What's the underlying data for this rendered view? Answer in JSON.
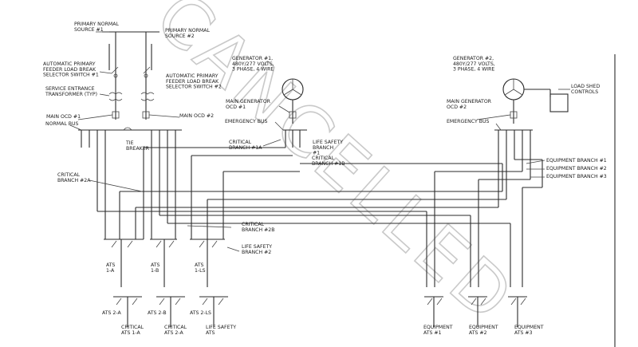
{
  "watermark": "CANCELLED",
  "labels": {
    "primary_source_1": [
      "PRIMARY NORMAL",
      "SOURCE #1"
    ],
    "primary_source_2": [
      "PRIMARY NORMAL",
      "SOURCE #2"
    ],
    "feeder_selector_1": [
      "AUTOMATIC PRIMARY",
      "FEEDER LOAD BREAK",
      "SELECTOR SWITCH #1"
    ],
    "feeder_selector_2": [
      "AUTOMATIC PRIMARY",
      "FEEDER LOAD BREAK",
      "SELECTOR SWITCH #2"
    ],
    "service_transformer": [
      "SERVICE ENTRANCE",
      "TRANSFORMER (TYP)"
    ],
    "main_ocd_1": [
      "MAIN OCD #1"
    ],
    "normal_bus": [
      "NORMAL BUS"
    ],
    "main_ocd_2": [
      "MAIN OCD #2"
    ],
    "tie_breaker": [
      "TIE",
      "BREAKER"
    ],
    "generator_1": [
      "GENERATOR #1,",
      "480Y/277 VOLTS,",
      "3 PHASE, 4 WIRE"
    ],
    "main_gen_ocd_1": [
      "MAIN GENERATOR",
      "OCD #1"
    ],
    "emergency_bus_1": [
      "EMERGENCY BUS"
    ],
    "critical_branch_1a": [
      "CRITICAL",
      "BRANCH #1A"
    ],
    "life_safety_1": [
      "LIFE SAFETY",
      "BRANCH",
      "#1"
    ],
    "critical_branch_1b": [
      "CRITICAL",
      "BRANCH #1B"
    ],
    "critical_branch_2a": [
      "CRITICAL",
      "BRANCH #2A"
    ],
    "critical_branch_2b": [
      "CRITICAL",
      "BRANCH #2B"
    ],
    "life_safety_2": [
      "LIFE SAFETY",
      "BRANCH #2"
    ],
    "generator_2": [
      "GENERATOR #2,",
      "480Y/277 VOLTS,",
      "3 PHASE, 4 WIRE"
    ],
    "load_shed": [
      "LOAD SHED",
      "CONTROLS"
    ],
    "main_gen_ocd_2": [
      "MAIN GENERATOR",
      "OCD #2"
    ],
    "emergency_bus_2": [
      "EMERGENCY BUS"
    ],
    "equipment_branch_1": [
      "EQUIPMENT BRANCH #1"
    ],
    "equipment_branch_2": [
      "EQUIPMENT BRANCH #2"
    ],
    "equipment_branch_3": [
      "EQUIPMENT BRANCH #3"
    ],
    "ats_1a": [
      "ATS",
      "1-A"
    ],
    "ats_1b": [
      "ATS",
      "1-B"
    ],
    "ats_1ls": [
      "ATS",
      "1-LS"
    ],
    "ats_2a": [
      "ATS 2-A"
    ],
    "ats_2b": [
      "ATS 2-B"
    ],
    "ats_2ls": [
      "ATS 2-LS"
    ],
    "critical_ats_1a": [
      "CRITICAL",
      "ATS 1-A"
    ],
    "critical_ats_2a": [
      "CRITICAL",
      "ATS 2-A"
    ],
    "life_safety_ats": [
      "LIFE SAFETY",
      "ATS"
    ],
    "equipment_ats_1": [
      "EQUIPMENT",
      "ATS #1"
    ],
    "equipment_ats_2": [
      "EQUIPMENT",
      "ATS #2"
    ],
    "equipment_ats_3": [
      "EQUIPMENT",
      "ATS #3"
    ]
  }
}
